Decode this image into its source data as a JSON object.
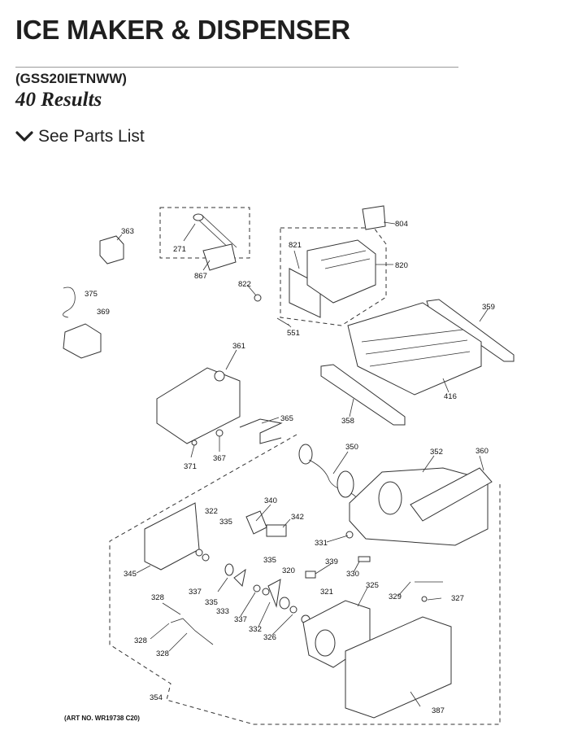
{
  "header": {
    "title": "ICE MAKER & DISPENSER",
    "model": "(GSS20IETNWW)",
    "results": "40 Results"
  },
  "parts_toggle": {
    "label": "See Parts List",
    "icon": "chevron-down-icon"
  },
  "diagram": {
    "art_no": "(ART NO. WR19738 C20)",
    "callouts": [
      "804",
      "363",
      "271",
      "821",
      "820",
      "867",
      "822",
      "375",
      "369",
      "551",
      "359",
      "361",
      "416",
      "365",
      "358",
      "371",
      "367",
      "350",
      "352",
      "360",
      "340",
      "322",
      "335",
      "342",
      "331",
      "345",
      "335",
      "320",
      "339",
      "330",
      "337",
      "335",
      "333",
      "321",
      "325",
      "329",
      "327",
      "328",
      "337",
      "332",
      "326",
      "328",
      "328",
      "354",
      "387"
    ]
  }
}
